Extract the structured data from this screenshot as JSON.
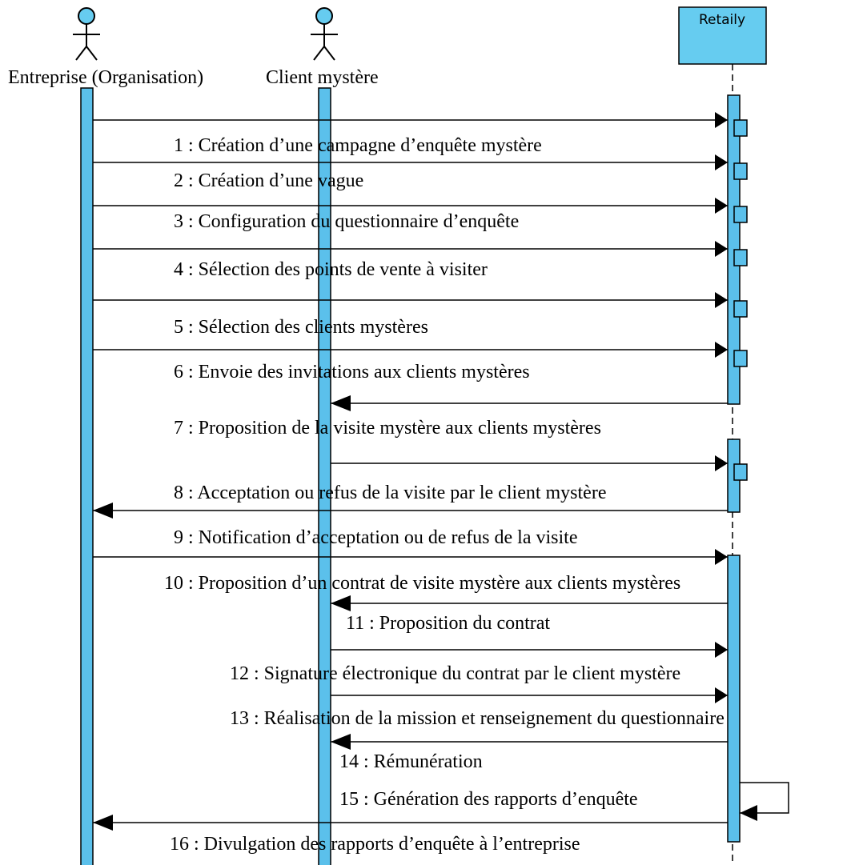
{
  "participants": [
    {
      "id": "entreprise",
      "kind": "actor",
      "label": "Entreprise (Organisation)"
    },
    {
      "id": "client",
      "kind": "actor",
      "label": "Client mystère"
    },
    {
      "id": "retaily",
      "kind": "box",
      "label": "Retaily"
    }
  ],
  "messages": [
    {
      "n": 1,
      "from": "entreprise",
      "to": "retaily",
      "label": "1 : Création d’une campagne d’enquête mystère"
    },
    {
      "n": 2,
      "from": "entreprise",
      "to": "retaily",
      "label": "2 : Création d’une vague"
    },
    {
      "n": 3,
      "from": "entreprise",
      "to": "retaily",
      "label": "3 : Configuration du questionnaire d’enquête"
    },
    {
      "n": 4,
      "from": "entreprise",
      "to": "retaily",
      "label": "4 : Sélection des points de vente à visiter"
    },
    {
      "n": 5,
      "from": "entreprise",
      "to": "retaily",
      "label": "5 : Sélection des clients mystères"
    },
    {
      "n": 6,
      "from": "entreprise",
      "to": "retaily",
      "label": "6 : Envoie des invitations aux clients mystères"
    },
    {
      "n": 7,
      "from": "retaily",
      "to": "client",
      "label": "7 : Proposition de la visite mystère aux clients mystères"
    },
    {
      "n": 8,
      "from": "client",
      "to": "retaily",
      "label": "8 : Acceptation ou refus de la visite par le client mystère"
    },
    {
      "n": 9,
      "from": "retaily",
      "to": "entreprise",
      "label": "9 : Notification d’acceptation ou de refus de la visite"
    },
    {
      "n": 10,
      "from": "entreprise",
      "to": "retaily",
      "label": "10 : Proposition d’un contrat de visite mystère aux clients mystères"
    },
    {
      "n": 11,
      "from": "retaily",
      "to": "client",
      "label": "11 : Proposition du contrat"
    },
    {
      "n": 12,
      "from": "client",
      "to": "retaily",
      "label": "12 : Signature électronique du contrat par le client mystère"
    },
    {
      "n": 13,
      "from": "client",
      "to": "retaily",
      "label": "13 : Réalisation de la mission et renseignement du questionnaire"
    },
    {
      "n": 14,
      "from": "retaily",
      "to": "client",
      "label": "14 : Rémunération"
    },
    {
      "n": 15,
      "from": "retaily",
      "to": "retaily",
      "label": "15 : Génération des rapports d’enquête"
    },
    {
      "n": 16,
      "from": "retaily",
      "to": "entreprise",
      "label": "16 : Divulgation des rapports d’enquête à l’entreprise"
    }
  ],
  "colors": {
    "lifeline_fill": "#5bc0eb",
    "box_fill": "#66ccf0",
    "stroke": "#000000"
  }
}
